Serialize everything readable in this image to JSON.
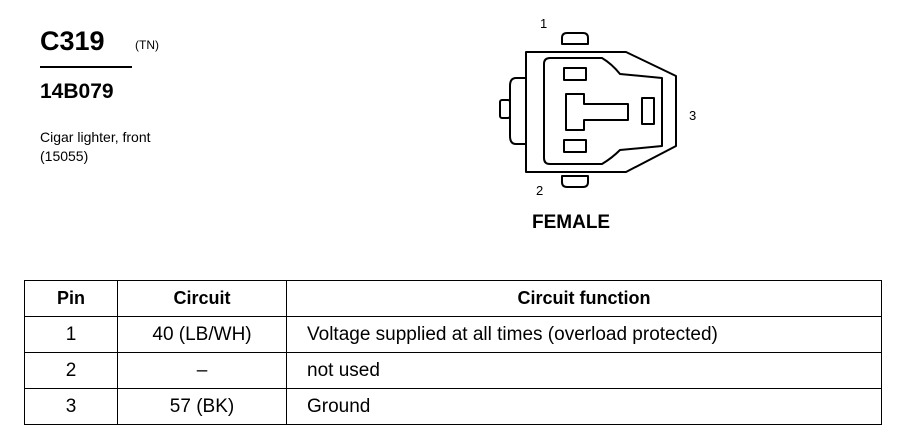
{
  "connector": {
    "id": "C319",
    "code": "(TN)",
    "part_number": "14B079",
    "description_line1": "Cigar lighter, front",
    "description_line2": "(15055)",
    "gender": "FEMALE",
    "pin_labels": [
      "1",
      "2",
      "3"
    ]
  },
  "table": {
    "headers": [
      "Pin",
      "Circuit",
      "Circuit function"
    ],
    "rows": [
      {
        "pin": "1",
        "circuit": "40 (LB/WH)",
        "function": "Voltage supplied at all times (overload protected)"
      },
      {
        "pin": "2",
        "circuit": "–",
        "function": "not used"
      },
      {
        "pin": "3",
        "circuit": "57 (BK)",
        "function": "Ground"
      }
    ]
  }
}
